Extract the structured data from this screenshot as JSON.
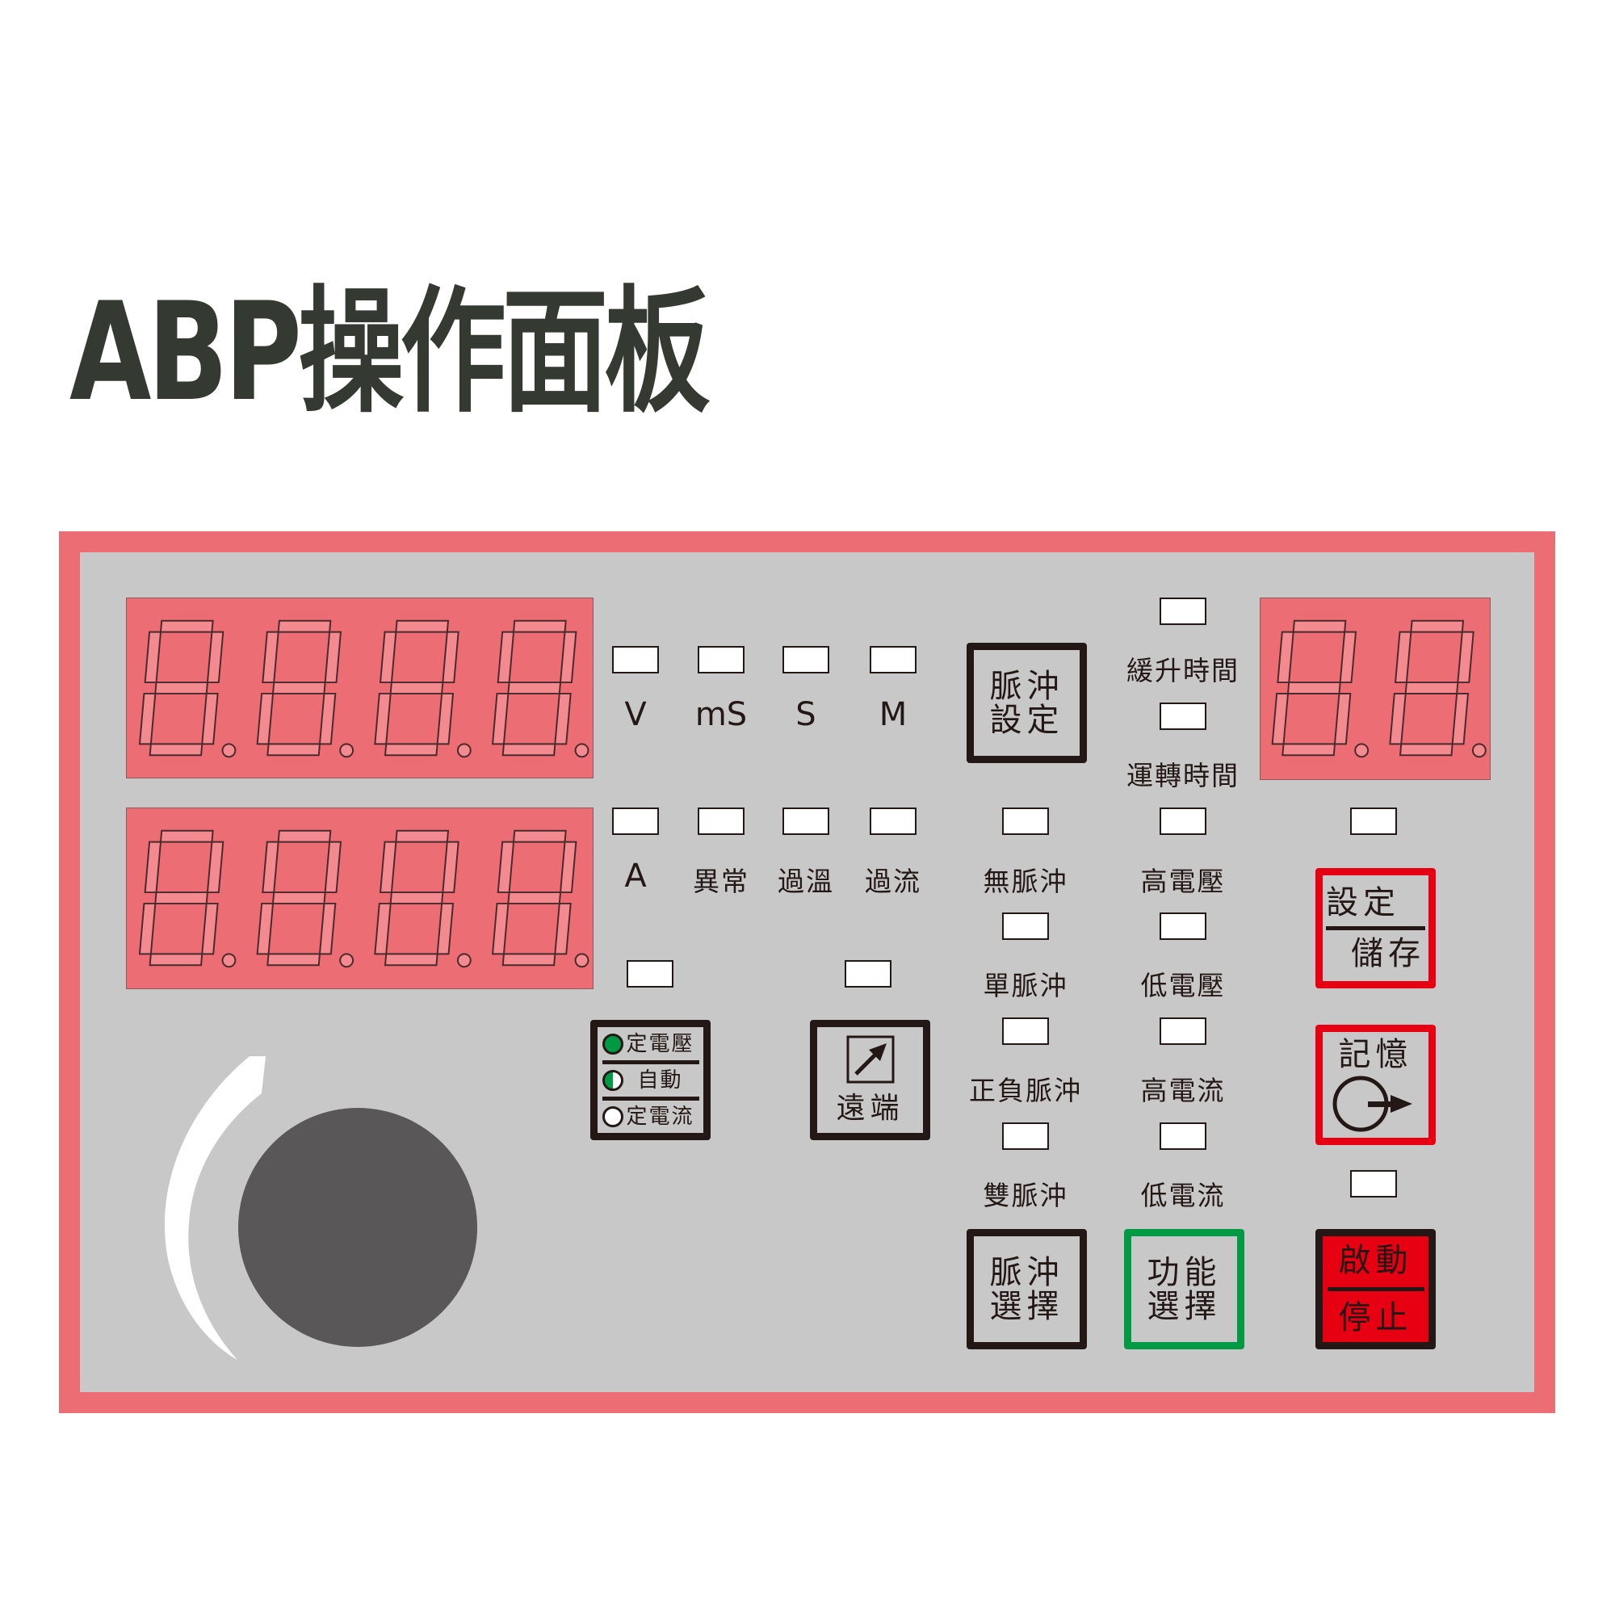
{
  "title": "ABP操作面板",
  "displays": {
    "top_digits": 4,
    "bottom_digits": 4,
    "right_digits": 2
  },
  "indicators": {
    "row1": [
      "V",
      "mS",
      "S",
      "M"
    ],
    "row2": [
      "A",
      "異常",
      "過溫",
      "過流"
    ],
    "pulse_col": [
      "無脈沖",
      "單脈沖",
      "正負脈沖",
      "雙脈沖"
    ],
    "func_col": [
      "緩升時間",
      "運轉時間",
      "高電壓",
      "低電壓",
      "高電流",
      "低電流"
    ]
  },
  "mode_selector": {
    "items": [
      "定電壓",
      "自動",
      "定電流"
    ]
  },
  "buttons": {
    "pulse_setting": [
      "脈沖",
      "設定"
    ],
    "remote": "遠端",
    "set": "設定",
    "save": "儲存",
    "memory": "記憶",
    "pulse_select": [
      "脈沖",
      "選擇"
    ],
    "function_select": [
      "功能",
      "選擇"
    ],
    "start": "啟動",
    "stop": "停止"
  },
  "colors": {
    "frame": "#ec6d74",
    "panel": "#c8c8c8",
    "red": "#e60012",
    "green": "#009a44",
    "knob": "#595757"
  }
}
